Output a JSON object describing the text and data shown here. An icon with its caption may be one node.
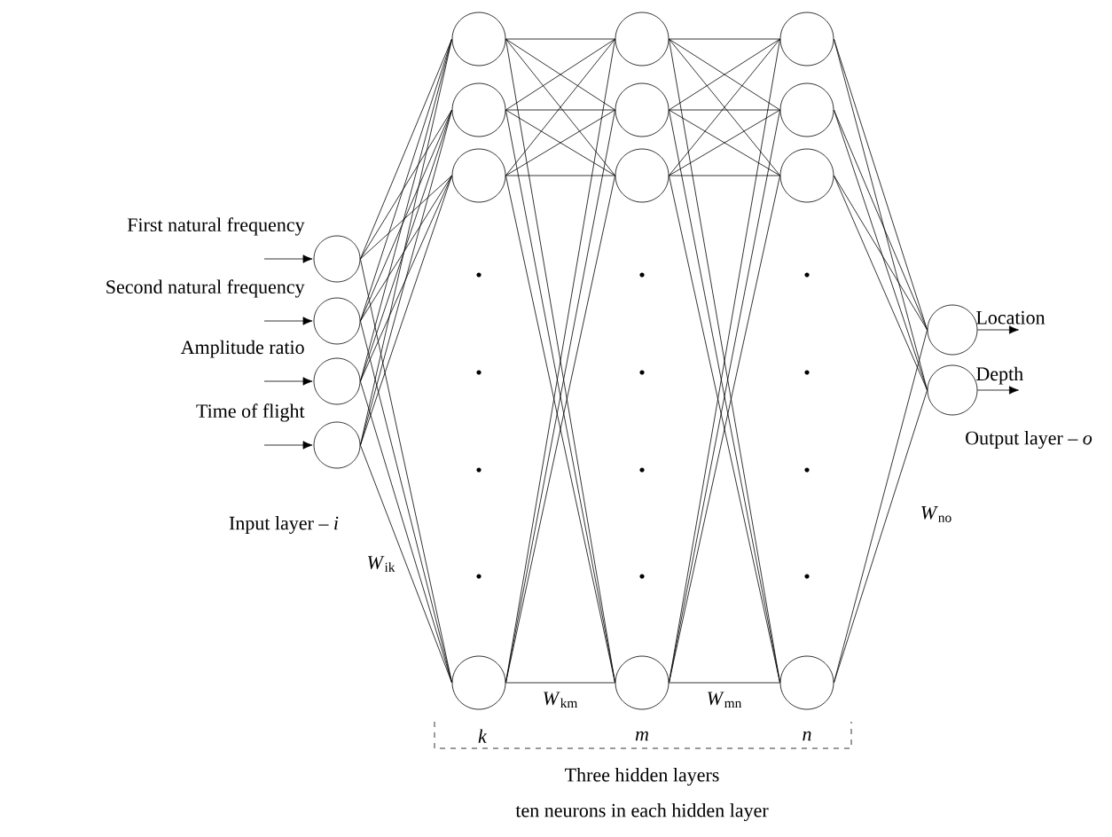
{
  "diagram": {
    "nodes": [
      {
        "text": [],
        "shape": "circle"
      },
      {
        "text": [],
        "shape": "circle"
      },
      {
        "text": [],
        "shape": "circle"
      },
      {
        "text": [],
        "shape": "circle"
      },
      {
        "text": [],
        "shape": "circle"
      },
      {
        "text": [],
        "shape": "circle"
      },
      {
        "text": [],
        "shape": "circle"
      },
      {
        "text": [],
        "shape": "circle"
      },
      {
        "text": [],
        "shape": "circle"
      },
      {
        "text": [],
        "shape": "circle"
      },
      {
        "text": [],
        "shape": "circle"
      },
      {
        "text": [],
        "shape": "circle"
      },
      {
        "text": [],
        "shape": "circle"
      },
      {
        "text": [],
        "shape": "circle"
      },
      {
        "text": [],
        "shape": "circle"
      },
      {
        "text": [],
        "shape": "circle"
      },
      {
        "text": [],
        "shape": "circle"
      },
      {
        "text": [],
        "shape": "circle"
      }
    ],
    "edges": [
      {
        "from": null,
        "to": 0,
        "arrow": "to",
        "label": "First natural frequency"
      },
      {
        "from": null,
        "to": 1,
        "arrow": "to",
        "label": "Second natural frequency"
      },
      {
        "from": null,
        "to": 2,
        "arrow": "to",
        "label": "Amplitude ratio"
      },
      {
        "from": null,
        "to": 3,
        "arrow": "to",
        "label": "Time of flight"
      },
      {
        "from": 0,
        "to": 4,
        "arrow": "none"
      },
      {
        "from": 0,
        "to": 5,
        "arrow": "none"
      },
      {
        "from": 0,
        "to": 6,
        "arrow": "none"
      },
      {
        "from": 0,
        "to": 7,
        "arrow": "none"
      },
      {
        "from": 1,
        "to": 4,
        "arrow": "none"
      },
      {
        "from": 1,
        "to": 5,
        "arrow": "none"
      },
      {
        "from": 1,
        "to": 6,
        "arrow": "none"
      },
      {
        "from": 1,
        "to": 7,
        "arrow": "none"
      },
      {
        "from": 2,
        "to": 4,
        "arrow": "none"
      },
      {
        "from": 2,
        "to": 5,
        "arrow": "none"
      },
      {
        "from": 2,
        "to": 6,
        "arrow": "none"
      },
      {
        "from": 2,
        "to": 7,
        "arrow": "none"
      },
      {
        "from": 3,
        "to": 4,
        "arrow": "none"
      },
      {
        "from": 3,
        "to": 5,
        "arrow": "none"
      },
      {
        "from": 3,
        "to": 6,
        "arrow": "none"
      },
      {
        "from": 3,
        "to": 7,
        "arrow": "none"
      },
      {
        "from": 4,
        "to": 8,
        "arrow": "none"
      },
      {
        "from": 4,
        "to": 9,
        "arrow": "none"
      },
      {
        "from": 4,
        "to": 10,
        "arrow": "none"
      },
      {
        "from": 4,
        "to": 11,
        "arrow": "none"
      },
      {
        "from": 5,
        "to": 8,
        "arrow": "none"
      },
      {
        "from": 5,
        "to": 9,
        "arrow": "none"
      },
      {
        "from": 5,
        "to": 10,
        "arrow": "none"
      },
      {
        "from": 5,
        "to": 11,
        "arrow": "none"
      },
      {
        "from": 6,
        "to": 8,
        "arrow": "none"
      },
      {
        "from": 6,
        "to": 9,
        "arrow": "none"
      },
      {
        "from": 6,
        "to": 10,
        "arrow": "none"
      },
      {
        "from": 6,
        "to": 11,
        "arrow": "none"
      },
      {
        "from": 7,
        "to": 8,
        "arrow": "none"
      },
      {
        "from": 7,
        "to": 9,
        "arrow": "none"
      },
      {
        "from": 7,
        "to": 10,
        "arrow": "none"
      },
      {
        "from": 7,
        "to": 11,
        "arrow": "none",
        "label": "*W*$_{km}$"
      },
      {
        "from": 8,
        "to": 12,
        "arrow": "none"
      },
      {
        "from": 8,
        "to": 13,
        "arrow": "none"
      },
      {
        "from": 8,
        "to": 14,
        "arrow": "none"
      },
      {
        "from": 8,
        "to": 15,
        "arrow": "none"
      },
      {
        "from": 9,
        "to": 12,
        "arrow": "none"
      },
      {
        "from": 9,
        "to": 13,
        "arrow": "none"
      },
      {
        "from": 9,
        "to": 14,
        "arrow": "none"
      },
      {
        "from": 9,
        "to": 15,
        "arrow": "none"
      },
      {
        "from": 10,
        "to": 12,
        "arrow": "none"
      },
      {
        "from": 10,
        "to": 13,
        "arrow": "none"
      },
      {
        "from": 10,
        "to": 14,
        "arrow": "none"
      },
      {
        "from": 10,
        "to": 15,
        "arrow": "none"
      },
      {
        "from": 11,
        "to": 12,
        "arrow": "none"
      },
      {
        "from": 11,
        "to": 13,
        "arrow": "none"
      },
      {
        "from": 11,
        "to": 14,
        "arrow": "none"
      },
      {
        "from": 11,
        "to": 15,
        "arrow": "none",
        "label": "*W*$_{mn}$"
      },
      {
        "from": 12,
        "to": 16,
        "arrow": "none"
      },
      {
        "from": 12,
        "to": 17,
        "arrow": "none"
      },
      {
        "from": 13,
        "to": 16,
        "arrow": "none"
      },
      {
        "from": 13,
        "to": 17,
        "arrow": "none"
      },
      {
        "from": 14,
        "to": 16,
        "arrow": "none"
      },
      {
        "from": 14,
        "to": 17,
        "arrow": "none"
      },
      {
        "from": 15,
        "to": 16,
        "arrow": "none"
      },
      {
        "from": 15,
        "to": 17,
        "arrow": "none"
      },
      {
        "from": 16,
        "to": null,
        "arrow": "to",
        "label": "Location"
      },
      {
        "from": 17,
        "to": null,
        "arrow": "to",
        "label": "Depth"
      }
    ],
    "labels": [
      "Input layer – *i*",
      "Output layer – *o*",
      "*W*$_{ik}$",
      "*W*$_{no}$",
      "*k*",
      "*m*",
      "*n*",
      "Three hidden layers",
      "ten neurons in each hidden layer"
    ]
  }
}
